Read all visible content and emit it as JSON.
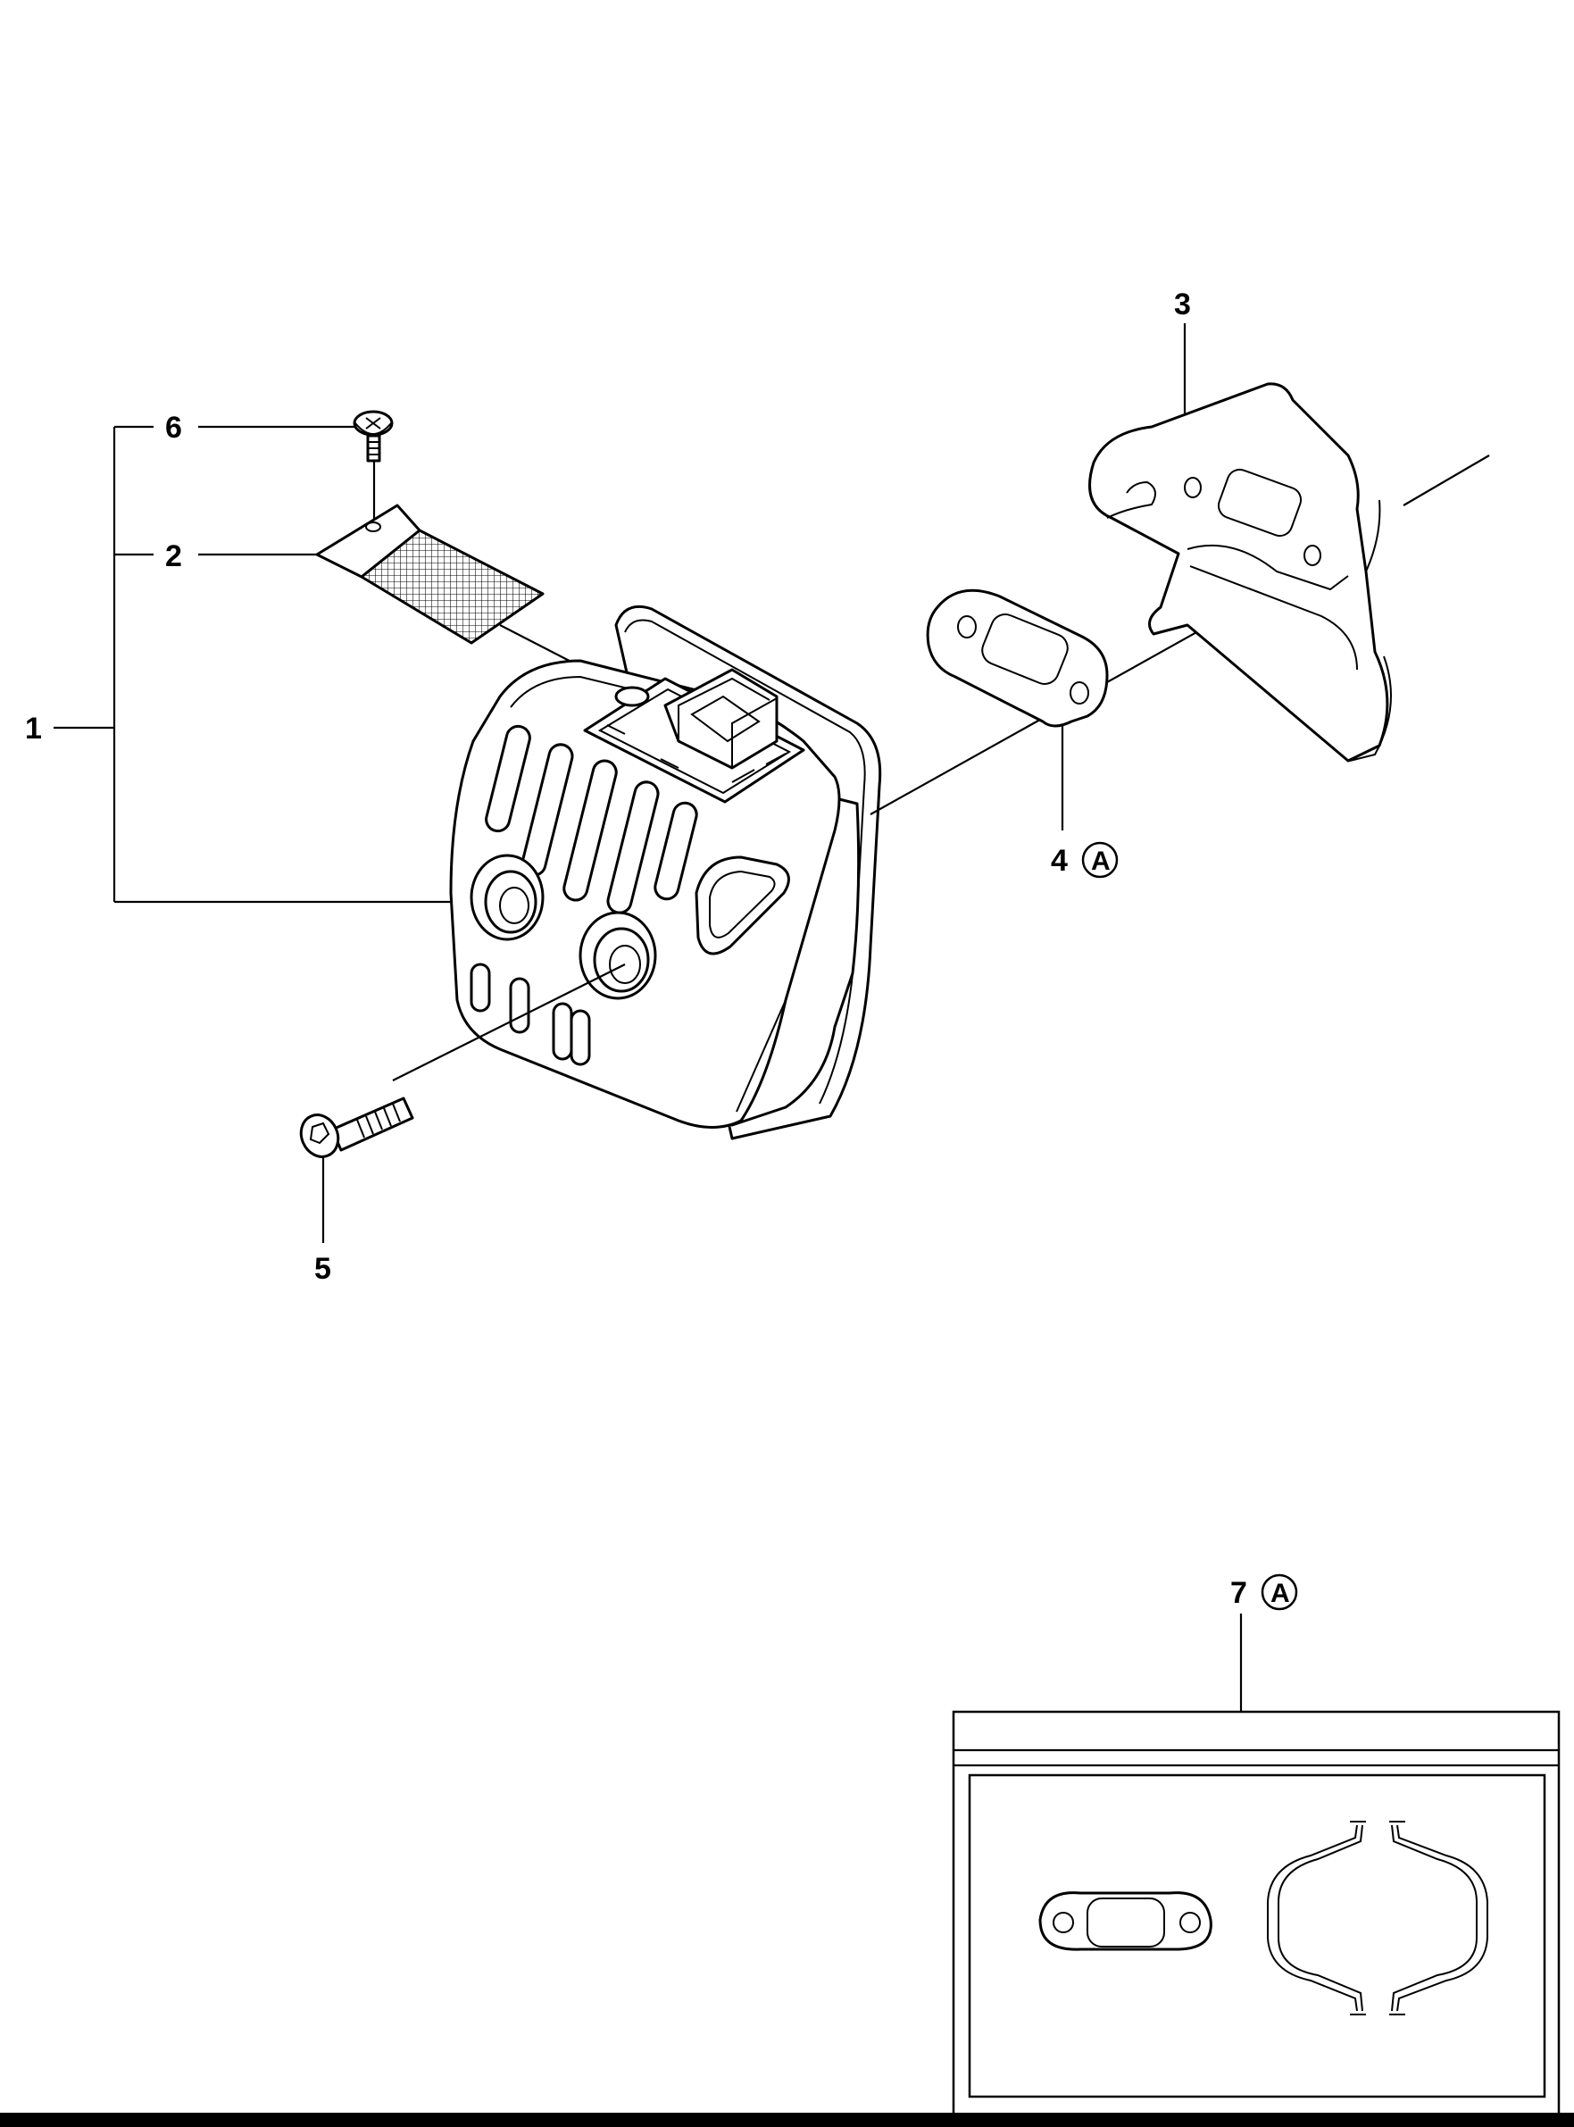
{
  "callouts": [
    {
      "id": "1",
      "label": "1"
    },
    {
      "id": "2",
      "label": "2"
    },
    {
      "id": "3",
      "label": "3"
    },
    {
      "id": "4",
      "label": "4",
      "ref": "A"
    },
    {
      "id": "5",
      "label": "5"
    },
    {
      "id": "6",
      "label": "6"
    },
    {
      "id": "7",
      "label": "7",
      "ref": "A"
    }
  ],
  "colors": {
    "ink": "#000000",
    "paper": "#ffffff"
  }
}
